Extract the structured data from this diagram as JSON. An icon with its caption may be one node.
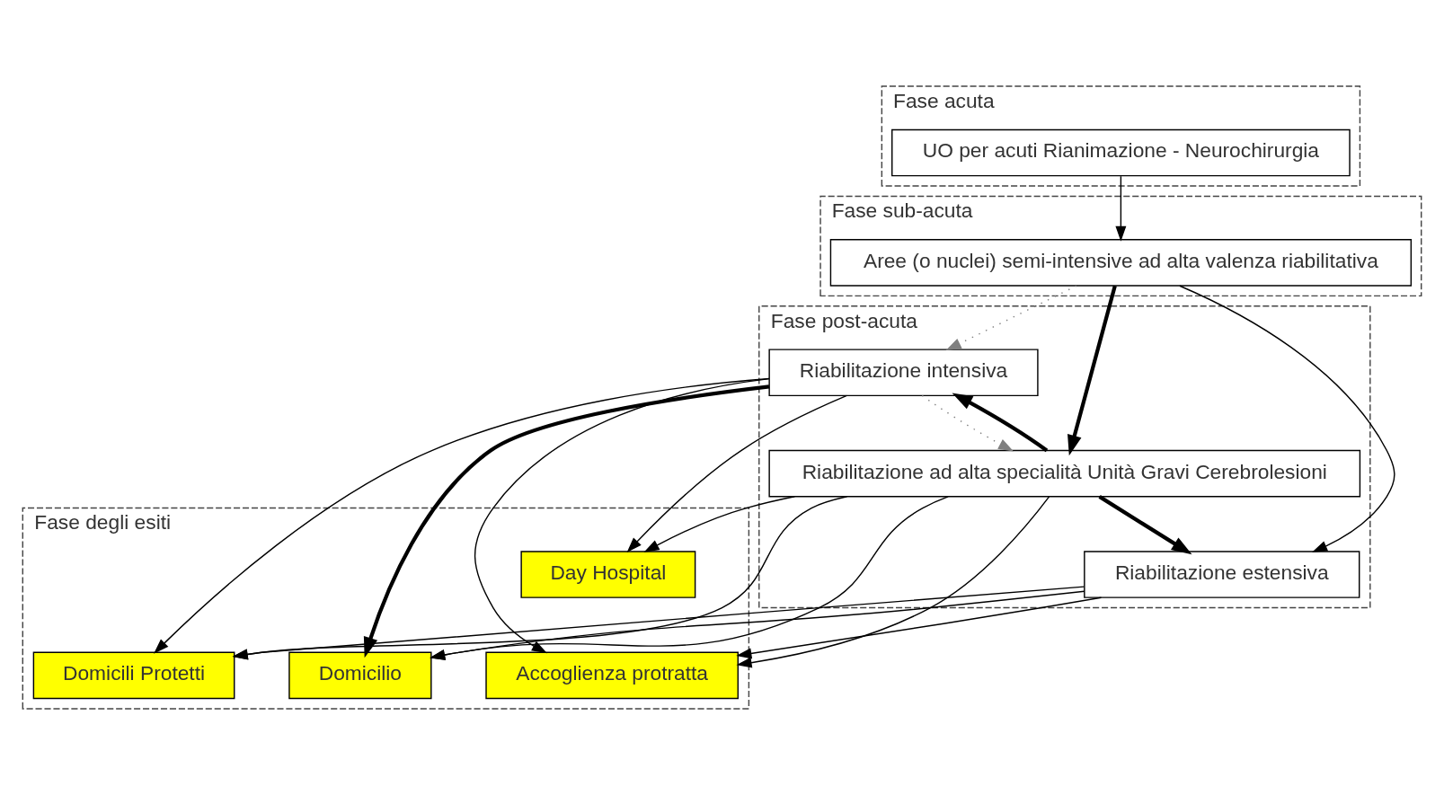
{
  "diagram": {
    "nodes": [
      {
        "text": [
          "Fase acuta"
        ]
      },
      {
        "text": [
          "UO per acuti Rianimazione - Neurochirurgia"
        ],
        "in": 0
      },
      {
        "text": [
          "Fase sub-acuta"
        ]
      },
      {
        "text": [
          "Aree (o nuclei) semi-intensive ad alta valenza riabilitativa"
        ],
        "in": 2
      },
      {
        "text": [
          "Fase post-acuta"
        ]
      },
      {
        "text": [
          "Riabilitazione intensiva"
        ],
        "in": 4
      },
      {
        "text": [
          "Riabilitazione ad alta specialità Unità Gravi Cerebrolesioni"
        ],
        "in": 4
      },
      {
        "text": [
          "Riabilitazione estensiva"
        ],
        "in": 4
      },
      {
        "text": [
          "Fase degli esiti"
        ]
      },
      {
        "text": [
          "Day Hospital"
        ],
        "in": 8
      },
      {
        "text": [
          "Domicilio"
        ],
        "in": 8
      },
      {
        "text": [
          "Accoglienza protratta"
        ],
        "in": 8
      },
      {
        "text": [
          "Domicili Protetti"
        ],
        "in": 8
      }
    ],
    "edges": [
      {
        "from": 1,
        "to": 3,
        "arrow": "to"
      },
      {
        "from": 3,
        "to": 6,
        "arrow": "to",
        "style": "thick"
      },
      {
        "from": 3,
        "to": 7,
        "arrow": "to"
      },
      {
        "from": 3,
        "to": 5,
        "arrow": "to",
        "style": "dashed",
        "color": "#808080"
      },
      {
        "from": 5,
        "to": 6,
        "arrow": "to",
        "style": "dashed",
        "color": "#808080"
      },
      {
        "from": 6,
        "to": 5,
        "arrow": "to",
        "style": "thick"
      },
      {
        "from": 6,
        "to": 7,
        "arrow": "to",
        "style": "thick"
      },
      {
        "from": 6,
        "to": 9,
        "arrow": "to"
      },
      {
        "from": 6,
        "to": 10,
        "arrow": "to"
      },
      {
        "from": 6,
        "to": 11,
        "arrow": "to"
      },
      {
        "from": 6,
        "to": 12,
        "arrow": "to"
      },
      {
        "from": 5,
        "to": 9,
        "arrow": "to"
      },
      {
        "from": 5,
        "to": 10,
        "arrow": "to",
        "style": "thick"
      },
      {
        "from": 5,
        "to": 11,
        "arrow": "to"
      },
      {
        "from": 5,
        "to": 12,
        "arrow": "to"
      },
      {
        "from": 7,
        "to": 10,
        "arrow": "to"
      },
      {
        "from": 7,
        "to": 11,
        "arrow": "to"
      },
      {
        "from": 7,
        "to": 12,
        "arrow": "to"
      }
    ]
  }
}
